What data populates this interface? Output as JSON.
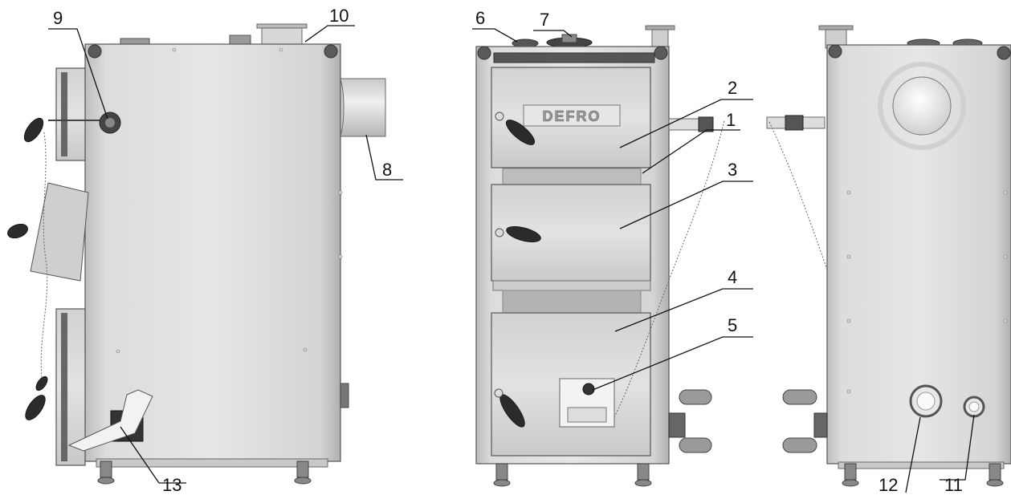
{
  "callouts": [
    {
      "id": "1",
      "text": "1"
    },
    {
      "id": "2",
      "text": "2"
    },
    {
      "id": "3",
      "text": "3"
    },
    {
      "id": "4",
      "text": "4"
    },
    {
      "id": "5",
      "text": "5"
    },
    {
      "id": "6",
      "text": "6"
    },
    {
      "id": "7",
      "text": "7"
    },
    {
      "id": "8",
      "text": "8"
    },
    {
      "id": "9",
      "text": "9"
    },
    {
      "id": "10",
      "text": "10"
    },
    {
      "id": "11",
      "text": "11"
    },
    {
      "id": "12",
      "text": "12"
    },
    {
      "id": "13",
      "text": "13"
    }
  ],
  "brand_logo": "DEFRO",
  "colors": {
    "metal_light": "#e4e4e4",
    "metal_dark": "#b8b8b8",
    "outline": "#555555",
    "text": "#111111"
  }
}
